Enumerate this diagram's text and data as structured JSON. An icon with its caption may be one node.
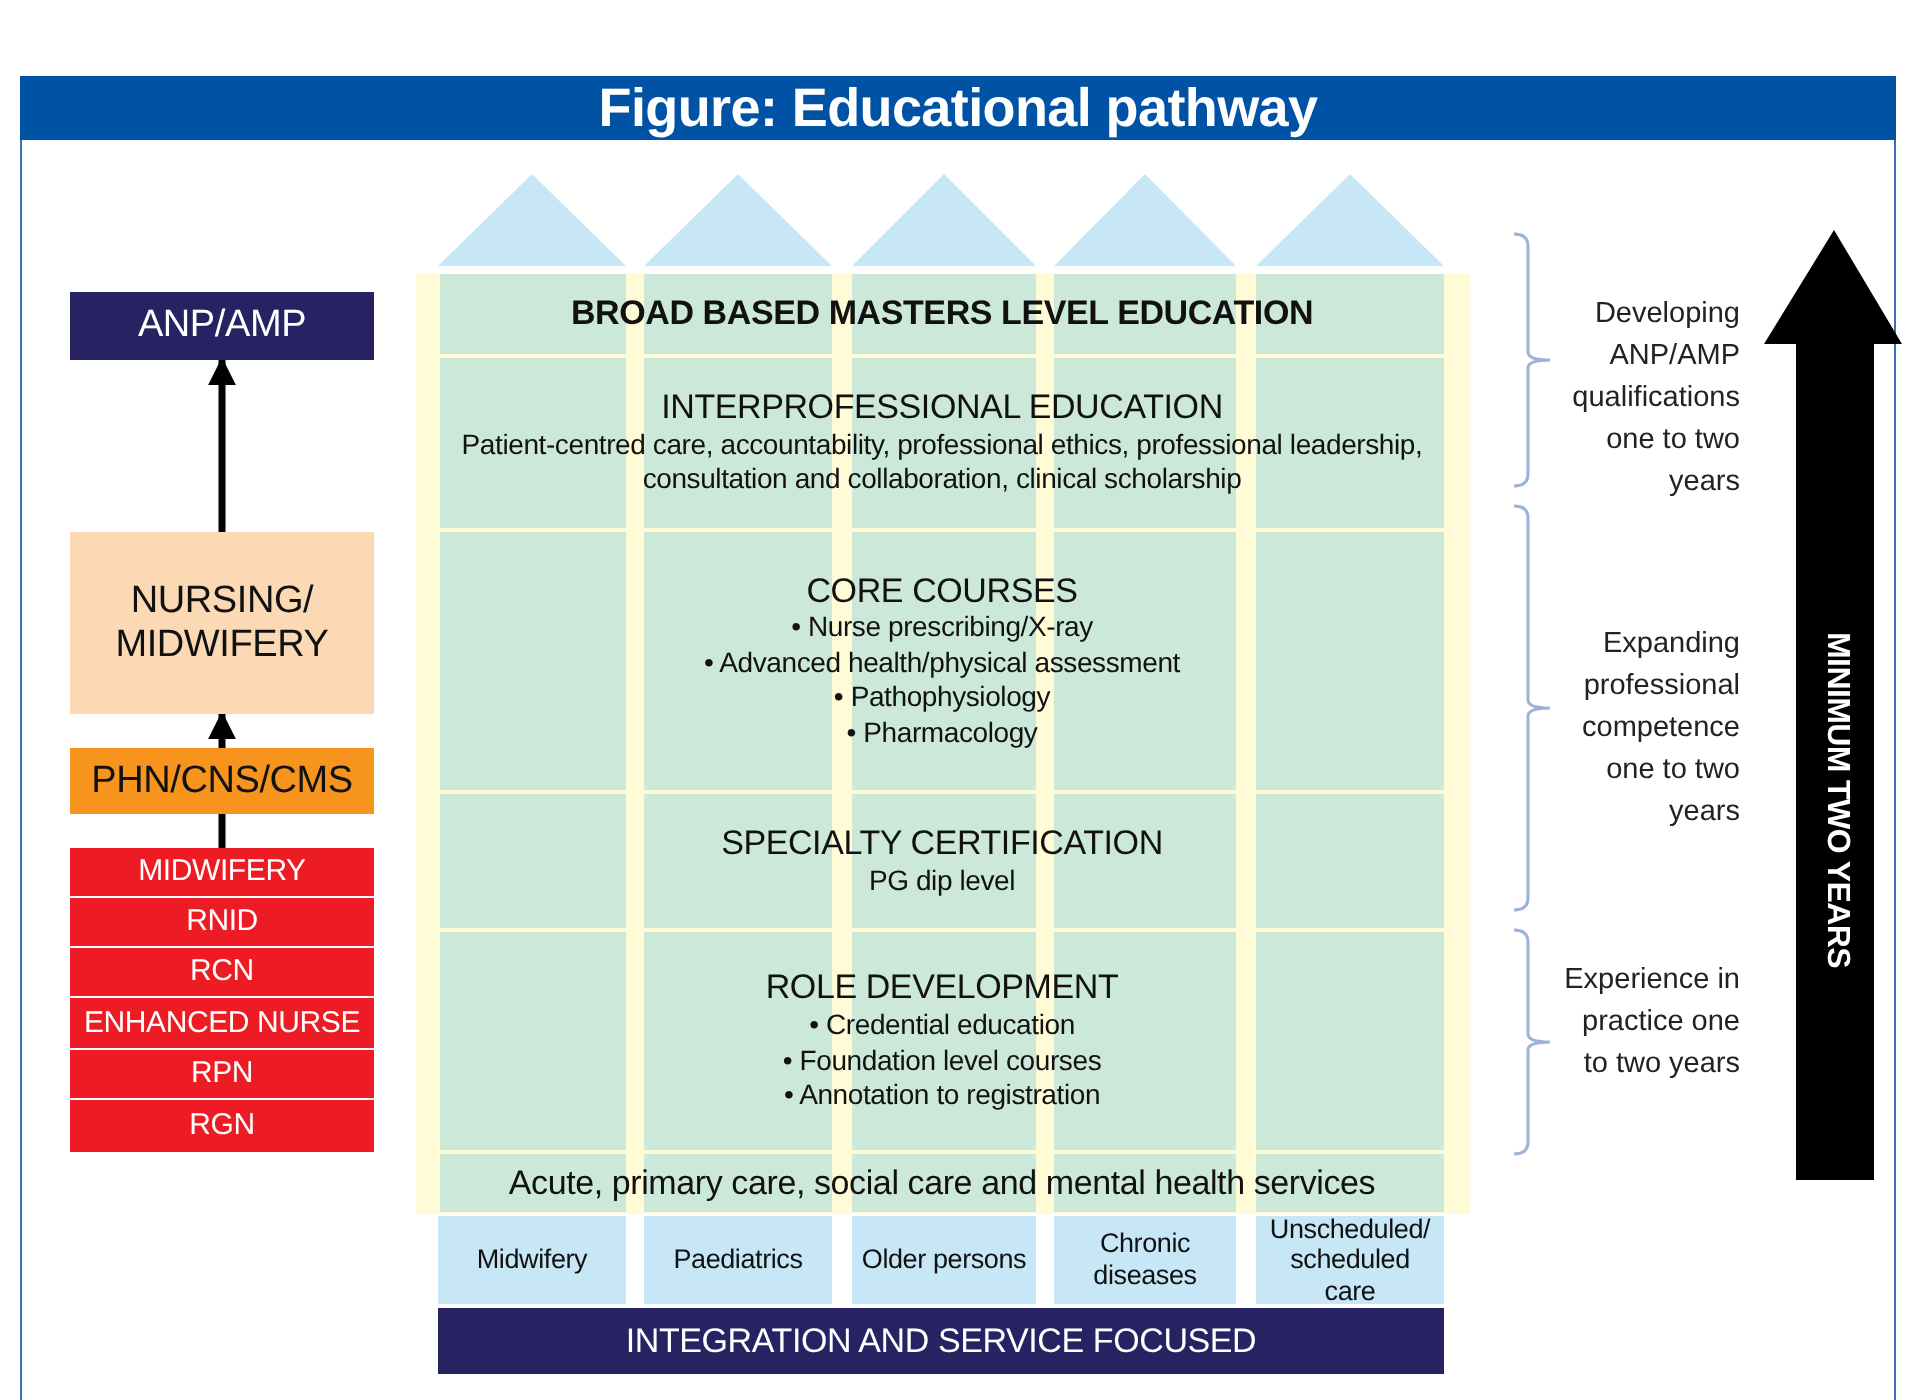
{
  "diagram": {
    "title": "Figure: Educational pathway",
    "nodes": [
      {
        "text": [
          "ANP/AMP"
        ]
      },
      {
        "text": [
          "NURSING/ MIDWIFERY"
        ]
      },
      {
        "text": [
          "PHN/CNS/CMS"
        ]
      },
      {
        "text": [
          "MIDWIFERY"
        ]
      },
      {
        "text": [
          "RNID"
        ]
      },
      {
        "text": [
          "RCN"
        ]
      },
      {
        "text": [
          "ENHANCED NURSE"
        ]
      },
      {
        "text": [
          "RPN"
        ]
      },
      {
        "text": [
          "RGN"
        ]
      },
      {
        "text": [
          "BROAD BASED MASTERS LEVEL EDUCATION"
        ]
      },
      {
        "text": [
          "INTERPROFESSIONAL EDUCATION",
          "Patient-centred care, accountability, professional ethics, professional leadership, consultation and collaboration, clinical scholarship"
        ]
      },
      {
        "text": [
          "CORE COURSES",
          "• Nurse prescribing/X-ray",
          "• Advanced health/physical assessment",
          "• Pathophysiology",
          "• Pharmacology"
        ]
      },
      {
        "text": [
          "SPECIALTY CERTIFICATION",
          "PG dip level"
        ]
      },
      {
        "text": [
          "ROLE DEVELOPMENT",
          "• Credential education",
          "• Foundation level courses",
          "• Annotation to registration"
        ]
      },
      {
        "text": [
          "Acute, primary care, social care and mental health services"
        ]
      },
      {
        "text": [
          "Midwifery"
        ]
      },
      {
        "text": [
          "Paediatrics"
        ]
      },
      {
        "text": [
          "Older persons"
        ]
      },
      {
        "text": [
          "Chronic diseases"
        ]
      },
      {
        "text": [
          "Unscheduled/ scheduled care"
        ]
      },
      {
        "text": [
          "INTEGRATION AND SERVICE FOCUSED"
        ]
      }
    ],
    "edges": [
      {
        "from": 2,
        "to": 1,
        "arrow": "to"
      },
      {
        "from": 1,
        "to": 0,
        "arrow": "to"
      },
      {
        "from": 3,
        "to": 2,
        "arrow": "none"
      }
    ],
    "labels": [
      "Developing ANP/AMP qualifications one to two years",
      "Expanding professional competence one to two years",
      "Experience in practice one to two years",
      "MINIMUM TWO YEARS"
    ]
  }
}
